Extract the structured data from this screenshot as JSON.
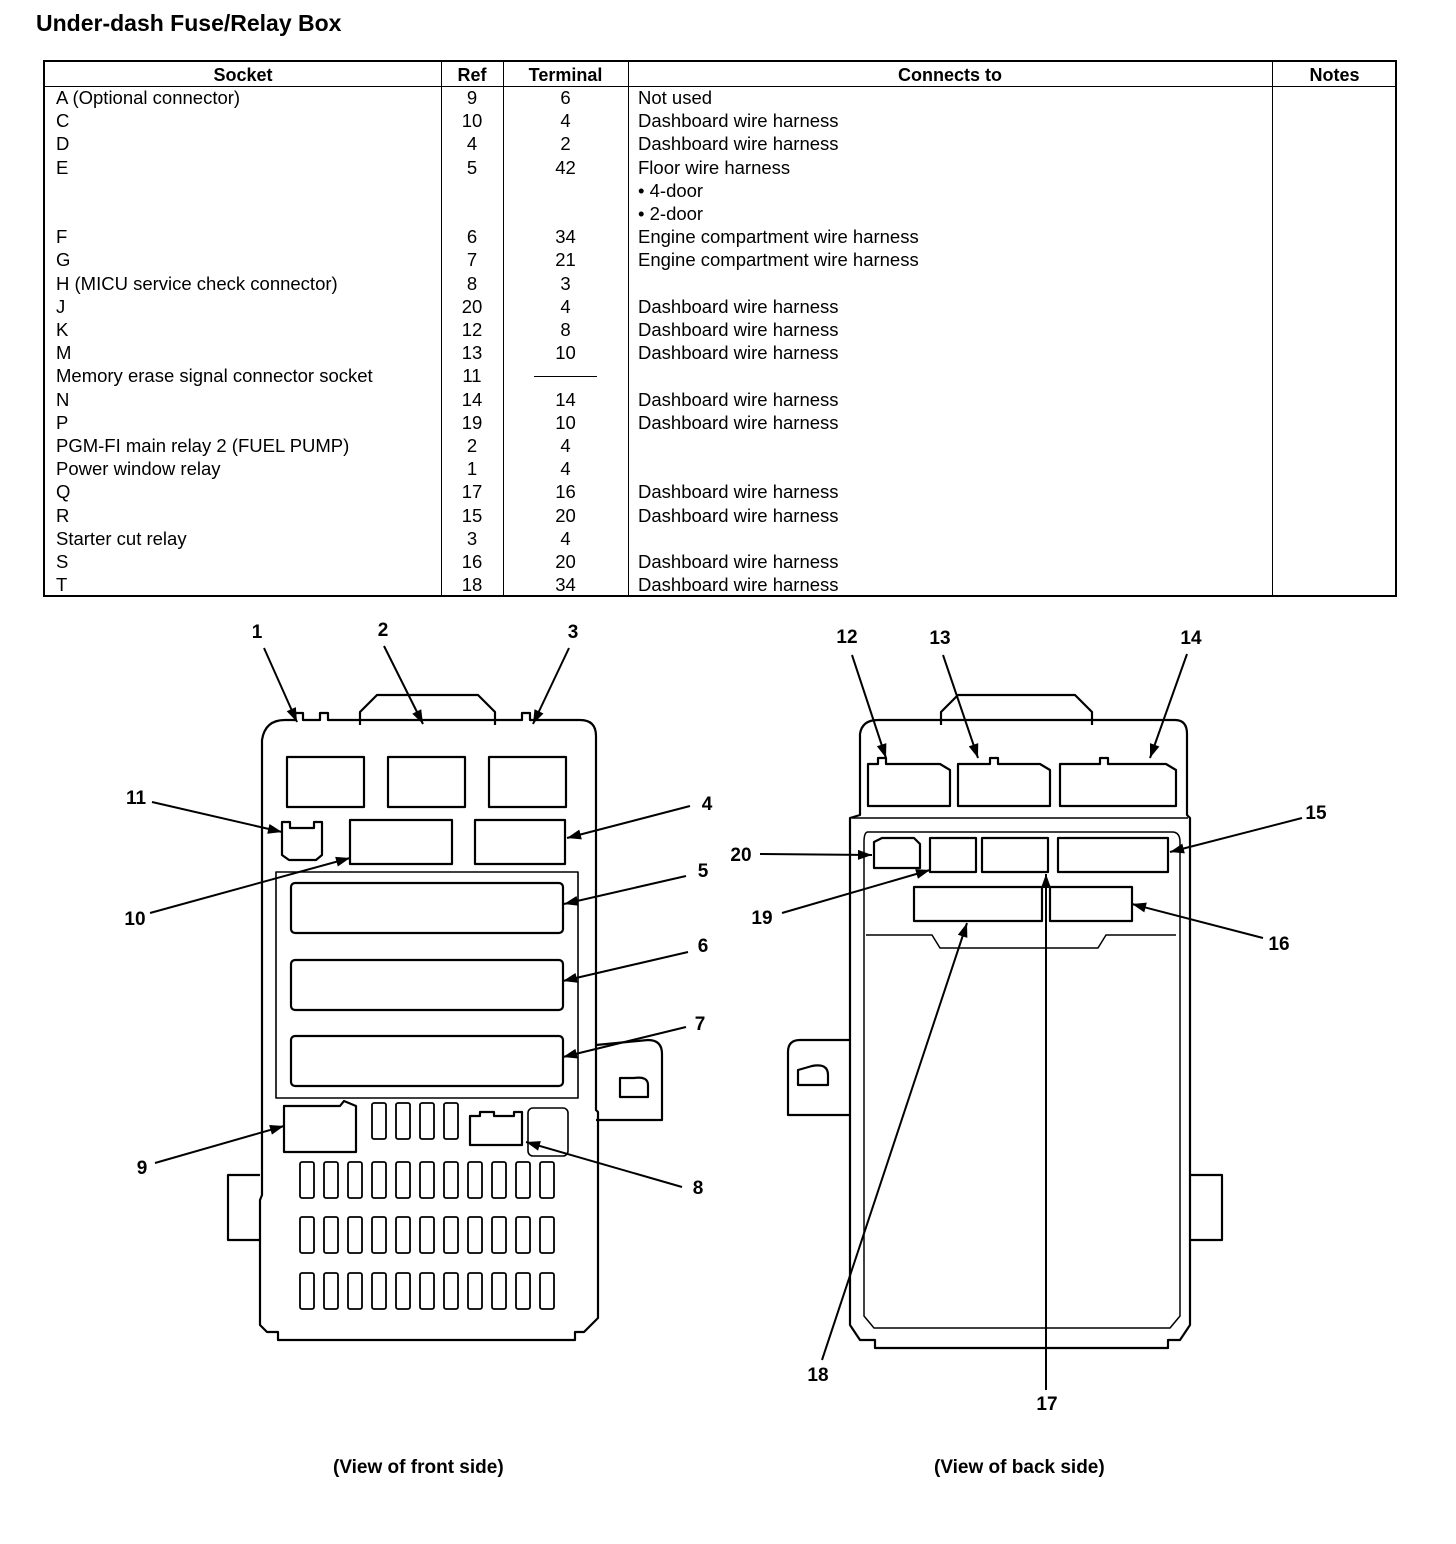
{
  "title": "Under-dash Fuse/Relay Box",
  "table": {
    "headers": {
      "socket": "Socket",
      "ref": "Ref",
      "terminal": "Terminal",
      "connects_to": "Connects to",
      "notes": "Notes"
    },
    "rows": [
      {
        "socket": "A (Optional connector)",
        "ref": "9",
        "terminal": "6",
        "connects_to": "Not used"
      },
      {
        "socket": "C",
        "ref": "10",
        "terminal": "4",
        "connects_to": "Dashboard wire harness"
      },
      {
        "socket": "D",
        "ref": "4",
        "terminal": "2",
        "connects_to": "Dashboard wire harness"
      },
      {
        "socket": "E",
        "ref": "5",
        "terminal": "42",
        "connects_to": "Floor wire harness"
      },
      {
        "socket": "",
        "ref": "",
        "terminal": "",
        "connects_to": "• 4-door"
      },
      {
        "socket": "",
        "ref": "",
        "terminal": "",
        "connects_to": "• 2-door"
      },
      {
        "socket": "F",
        "ref": "6",
        "terminal": "34",
        "connects_to": "Engine compartment wire harness"
      },
      {
        "socket": "G",
        "ref": "7",
        "terminal": "21",
        "connects_to": "Engine compartment wire harness"
      },
      {
        "socket": "H (MICU service check connector)",
        "ref": "8",
        "terminal": "3",
        "connects_to": ""
      },
      {
        "socket": "J",
        "ref": "20",
        "terminal": "4",
        "connects_to": "Dashboard wire harness"
      },
      {
        "socket": "K",
        "ref": "12",
        "terminal": "8",
        "connects_to": "Dashboard wire harness"
      },
      {
        "socket": "M",
        "ref": "13",
        "terminal": "10",
        "connects_to": "Dashboard wire harness"
      },
      {
        "socket": "Memory erase signal connector socket",
        "ref": "11",
        "terminal": "—",
        "connects_to": ""
      },
      {
        "socket": "N",
        "ref": "14",
        "terminal": "14",
        "connects_to": "Dashboard wire harness"
      },
      {
        "socket": "P",
        "ref": "19",
        "terminal": "10",
        "connects_to": "Dashboard wire harness"
      },
      {
        "socket": "PGM-FI main relay 2 (FUEL PUMP)",
        "ref": "2",
        "terminal": "4",
        "connects_to": ""
      },
      {
        "socket": "Power window relay",
        "ref": "1",
        "terminal": "4",
        "connects_to": ""
      },
      {
        "socket": "Q",
        "ref": "17",
        "terminal": "16",
        "connects_to": "Dashboard wire harness"
      },
      {
        "socket": "R",
        "ref": "15",
        "terminal": "20",
        "connects_to": "Dashboard wire harness"
      },
      {
        "socket": "Starter cut relay",
        "ref": "3",
        "terminal": "4",
        "connects_to": ""
      },
      {
        "socket": "S",
        "ref": "16",
        "terminal": "20",
        "connects_to": "Dashboard wire harness"
      },
      {
        "socket": "T",
        "ref": "18",
        "terminal": "34",
        "connects_to": "Dashboard wire harness"
      }
    ]
  },
  "diagram": {
    "front_labels": {
      "l1": "1",
      "l2": "2",
      "l3": "3",
      "l4": "4",
      "l5": "5",
      "l6": "6",
      "l7": "7",
      "l8": "8",
      "l9": "9",
      "l10": "10",
      "l11": "11"
    },
    "back_labels": {
      "l12": "12",
      "l13": "13",
      "l14": "14",
      "l15": "15",
      "l16": "16",
      "l17": "17",
      "l18": "18",
      "l19": "19",
      "l20": "20"
    },
    "captions": {
      "front": "(View of front side)",
      "back": "(View of back side)"
    }
  }
}
